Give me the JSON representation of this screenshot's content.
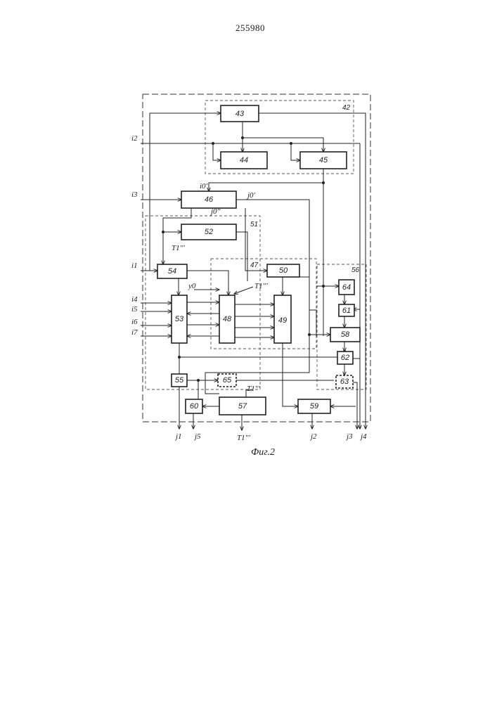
{
  "patent_number": "255980",
  "caption": "Фиг.2",
  "blocks": {
    "b43": "43",
    "b44": "44",
    "b45": "45",
    "b46": "46",
    "b52": "52",
    "b54": "54",
    "b53": "53",
    "b48": "48",
    "b49": "49",
    "b50": "50",
    "b55": "55",
    "b65": "65",
    "b57": "57",
    "b60": "60",
    "b59": "59",
    "b64": "64",
    "b61": "61",
    "b58": "58",
    "b62": "62",
    "b63": "63"
  },
  "groups": {
    "g42": "42",
    "g51": "51",
    "g47": "47",
    "g56": "56"
  },
  "inputs": {
    "i1": "i1",
    "i2": "i2",
    "i3": "i3",
    "i4": "i4",
    "i5": "i5",
    "i6": "i6",
    "i7": "i7",
    "y0": "y0"
  },
  "internal": {
    "j0p": "j0'",
    "j0p_right": "j0'",
    "j0pp": "j0''",
    "i0p": "i0'",
    "t1_52": "T1'''",
    "t1_48": "T1'''",
    "t1_57": "T1'''"
  },
  "outputs": {
    "j1": "j1",
    "j5": "j5",
    "t1": "T1'''",
    "j2": "j2",
    "j3": "j3",
    "j4": "j4"
  }
}
